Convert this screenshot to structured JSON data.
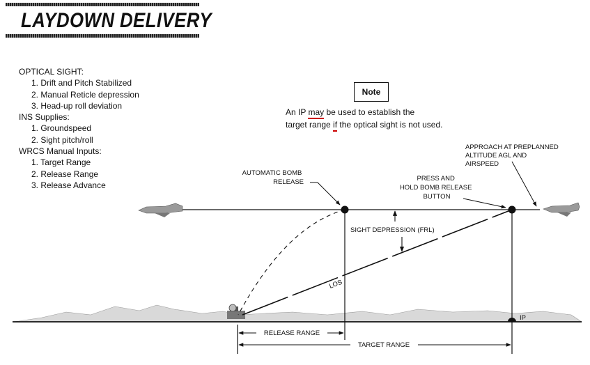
{
  "header": {
    "title": "LAYDOWN DELIVERY"
  },
  "specs": {
    "sections": [
      {
        "heading": "OPTICAL SIGHT:",
        "items": [
          "1.  Drift and Pitch Stabilized",
          "2.  Manual Reticle depression",
          "3.  Head-up roll deviation"
        ]
      },
      {
        "heading": "INS Supplies:",
        "items": [
          "1.  Groundspeed",
          "2.  Sight pitch/roll"
        ]
      },
      {
        "heading": "WRCS Manual Inputs:",
        "items": [
          "1.  Target Range",
          "2.  Release Range",
          "3.  Release Advance"
        ]
      }
    ]
  },
  "note": {
    "label": "Note",
    "line1_a": "An IP ",
    "line1_b": "may",
    "line1_c": " be used to establish the",
    "line2_a": "target range ",
    "line2_b": "if",
    "line2_c": " the optical sight is not used."
  },
  "diagram": {
    "auto_release": [
      "AUTOMATIC BOMB",
      "RELEASE"
    ],
    "press_hold": [
      "PRESS AND",
      "HOLD BOMB RELEASE",
      "BUTTON"
    ],
    "approach": [
      "APPROACH AT PREPLANNED",
      "ALTITUDE AGL AND",
      "AIRSPEED"
    ],
    "sight_depression": "SIGHT DEPRESSION (FRL)",
    "los": "LOS",
    "ip": "IP",
    "release_range": "RELEASE RANGE",
    "target_range": "TARGET RANGE"
  }
}
